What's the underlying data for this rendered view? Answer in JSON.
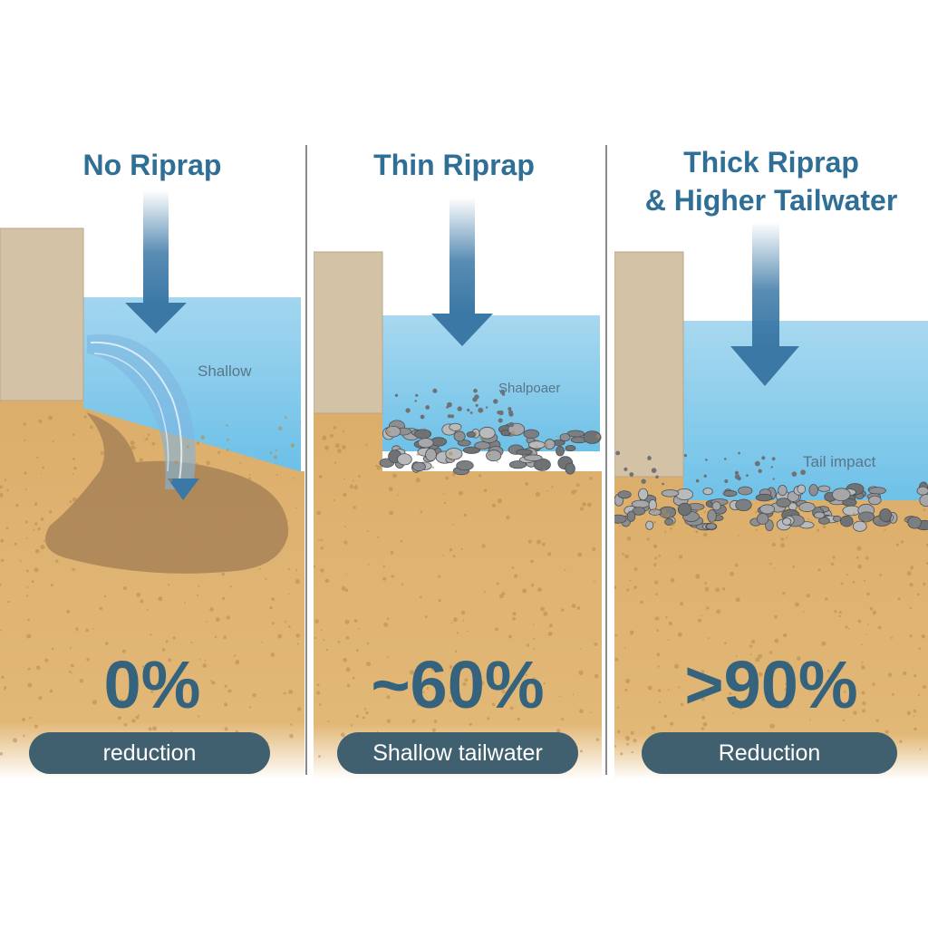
{
  "colors": {
    "title": "#2f6f96",
    "water": "#a9d8ef",
    "sand": "#dcae6c",
    "wall": "#d3c2a5",
    "arrow": "#3b78a6",
    "pill": "#40606f",
    "percent": "#35637d"
  },
  "panels": [
    {
      "title_lines": [
        "No Riprap"
      ],
      "water_label": "Shallow",
      "percent": "0%",
      "pill_label": "reduction",
      "riprap": "none"
    },
    {
      "title_lines": [
        "Thin Riprap"
      ],
      "water_label": "Shalpoaer",
      "percent": "~60%",
      "pill_label": "Shallow tailwater",
      "riprap": "thin"
    },
    {
      "title_lines": [
        "Thick Riprap",
        "& Higher Tailwater"
      ],
      "water_label": "Tail impact",
      "percent": ">90%",
      "pill_label": "Reduction",
      "riprap": "thick"
    }
  ]
}
